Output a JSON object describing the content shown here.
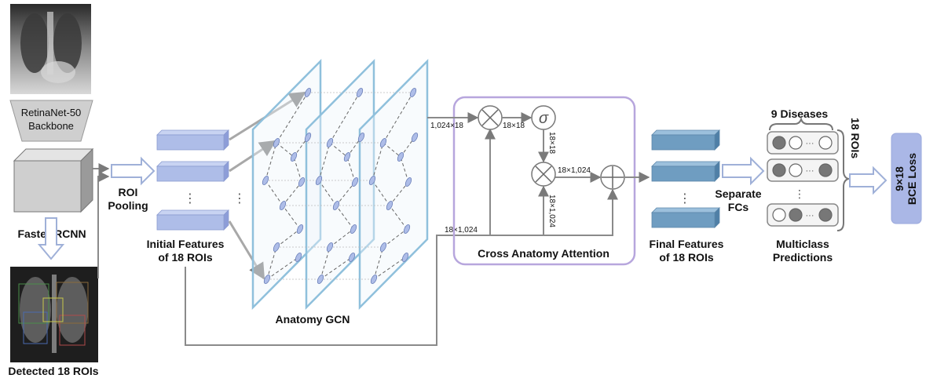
{
  "labels": {
    "backbone_line1": "RetinaNet-50",
    "backbone_line2": "Backbone",
    "faster_rcnn": "Faster-RCNN",
    "detected": "Detected 18 ROIs",
    "roi_pool_line1": "ROI",
    "roi_pool_line2": "Pooling",
    "initial_line1": "Initial Features",
    "initial_line2": "of 18 ROIs",
    "gcn": "Anatomy GCN",
    "caa": "Cross Anatomy Attention",
    "final_line1": "Final Features",
    "final_line2": "of 18 ROIs",
    "separate_line1": "Separate",
    "separate_line2": "FCs",
    "diseases": "9 Diseases",
    "rois_18": "18 ROIs",
    "multiclass_line1": "Multiclass",
    "multiclass_line2": "Predictions",
    "loss_line1": "9×18",
    "loss_line2": "BCE Loss",
    "dots": "⋮",
    "hdots": "···"
  },
  "dims": {
    "in_gcn": "1,024×18",
    "after_mult": "18×18",
    "vert_18x18": "18×18",
    "after_mult2": "18×1,024",
    "vert_18x1024": "18×1,024",
    "skip": "18×1,024"
  },
  "symbols": {
    "otimes": "⊗",
    "sigma": "σ",
    "oplus": "⊕"
  },
  "colors": {
    "roi_fill": "#aebde8",
    "final_fill": "#6f9dc1",
    "gcn_plane": "#8fc0dc",
    "caa_border": "#b7a6dd",
    "loss_fill": "#aab7e6",
    "arrow": "#7f7f7f"
  }
}
